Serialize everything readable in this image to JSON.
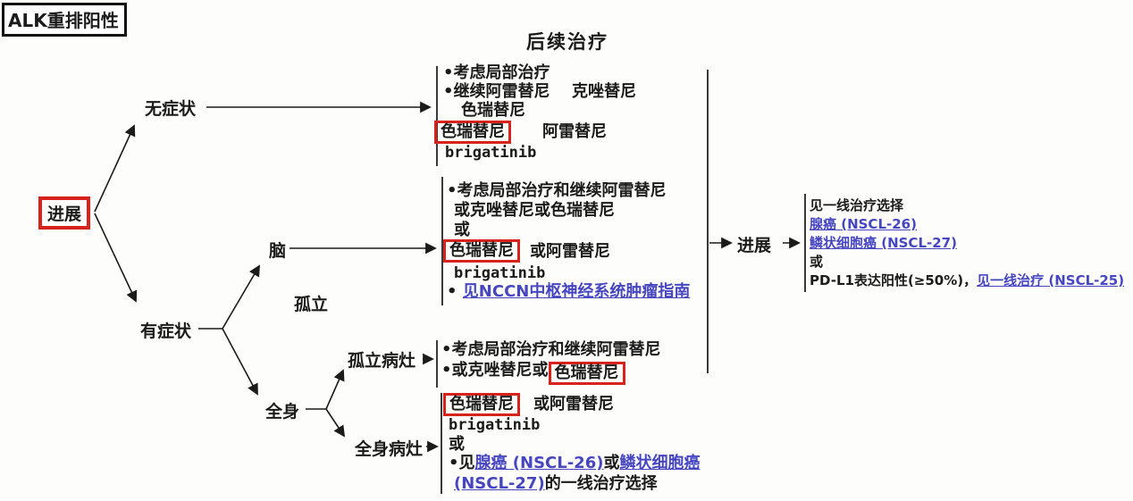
{
  "page": {
    "alk_label": "ALK重排阳性",
    "title": "后续治疗"
  },
  "colors": {
    "highlight_box_red": "#d8231d",
    "link_blue": "#4646c0",
    "text_black": "#1b1b1b"
  },
  "nodes": {
    "progression": "进展",
    "asymptomatic": "无症状",
    "symptomatic": "有症状",
    "brain": "脑",
    "isolated": "孤立",
    "systemic": "全身",
    "isolated_lesion": "孤立病灶",
    "systemic_lesions": "全身病灶",
    "progression_2": "进展"
  },
  "blocks": {
    "asymptomatic": {
      "l1": "•考虑局部治疗",
      "l2a": "•继续阿雷替尼",
      "l2b": "克唑替尼",
      "l3": "色瑞替尼",
      "l4_boxed": "色瑞替尼",
      "l4b": "阿雷替尼",
      "l5": "brigatinib"
    },
    "brain": {
      "l1": "•考虑局部治疗和继续阿雷替尼",
      "l2": "或克唑替尼或色瑞替尼",
      "l3": "或",
      "l4_boxed": "色瑞替尼",
      "l4b": "或阿雷替尼",
      "l5": "brigatinib",
      "l6_bullet": "•",
      "l6_link": "见NCCN中枢神经系统肿瘤指南"
    },
    "isolated_lesion": {
      "l1": "•考虑局部治疗和继续阿雷替尼",
      "l2a": "•或克唑替尼或",
      "l2_boxed": "色瑞替尼"
    },
    "systemic_lesions": {
      "l1_boxed": "色瑞替尼",
      "l1b": "或阿雷替尼",
      "l2": "brigatinib",
      "l3": "或",
      "l4a": "•见",
      "l4_link1": "腺癌 (NSCL-26)",
      "l4b": "或",
      "l4_link2": "鳞状细胞癌",
      "l5_link": "(NSCL-27)",
      "l5b": "的一线治疗选择"
    },
    "subsequent": {
      "l1": "见一线治疗选择",
      "l2_link": "腺癌 (NSCL-26)",
      "l3_link": "鳞状细胞癌 (NSCL-27)",
      "l4": "或",
      "l5a": "PD-L1表达阳性(≥50%)，",
      "l5_link": "见一线治疗 (NSCL-25)"
    }
  }
}
